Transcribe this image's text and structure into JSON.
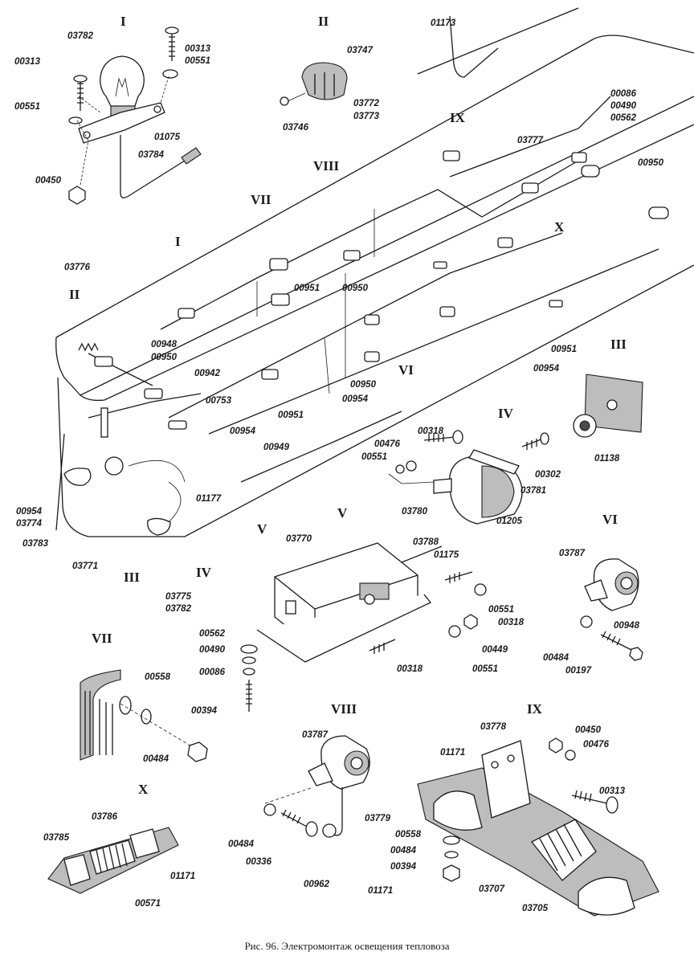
{
  "caption": "Рис. 96. Электромонтаж освещения тепловоза",
  "detail_titles": {
    "I": "I",
    "II": "II",
    "III": "III",
    "IV": "IV",
    "V": "V",
    "VI": "VI",
    "VII": "VII",
    "VIII": "VIII",
    "IX": "IX",
    "X": "X"
  },
  "main_markers": {
    "I": "I",
    "II": "II",
    "III": "III",
    "IV": "IV",
    "V": "V",
    "VI": "VI",
    "VII": "VII",
    "VIII": "VIII",
    "IX": "IX",
    "X": "X"
  },
  "labels": {
    "d1_03782": "03782",
    "d1_00313a": "00313",
    "d1_00313b": "00313",
    "d1_00551a": "00551",
    "d1_00551b": "00551",
    "d1_01075": "01075",
    "d1_03784": "03784",
    "d1_00450": "00450",
    "d2_03747": "03747",
    "d2_03746": "03746",
    "m_01173": "01173",
    "m_03772": "03772",
    "m_03773": "03773",
    "m_00086": "00086",
    "m_00490": "00490",
    "m_00562": "00562",
    "m_03777": "03777",
    "m_00950a": "00950",
    "m_03776": "03776",
    "m_00951a": "00951",
    "m_00950b": "00950",
    "m_00948": "00948",
    "m_00950c": "00950",
    "m_00942": "00942",
    "m_00951b": "00951",
    "m_00954a": "00954",
    "m_00950d": "00950",
    "m_00951c": "00951",
    "m_00954b": "00954",
    "m_00753": "00753",
    "m_00954c": "00954",
    "m_00954d": "00954",
    "m_00949": "00949",
    "m_01177": "01177",
    "m_03774": "03774",
    "m_03783": "03783",
    "m_03771": "03771",
    "m_03775": "03775",
    "m_03782": "03782",
    "d3_01138": "01138",
    "d4_00318": "00318",
    "d4_00476": "00476",
    "d4_00551": "00551",
    "d4_00302": "00302",
    "d4_03781": "03781",
    "d4_03780": "03780",
    "d4_01205": "01205",
    "d5_03770": "03770",
    "d5_03788": "03788",
    "d5_01175": "01175",
    "d5_00551a": "00551",
    "d5_00318a": "00318",
    "d5_00449": "00449",
    "d5_00551b": "00551",
    "d5_00318b": "00318",
    "d5_00562": "00562",
    "d5_00490": "00490",
    "d5_00086": "00086",
    "d5_00394": "00394",
    "d6_03787": "03787",
    "d6_00948": "00948",
    "d6_00484": "00484",
    "d6_00197": "00197",
    "d7_00558": "00558",
    "d7_00484": "00484",
    "d8_03787": "03787",
    "d8_03779": "03779",
    "d8_00484": "00484",
    "d8_00336": "00336",
    "d8_00962": "00962",
    "d8_01171": "01171",
    "d9_03778": "03778",
    "d9_01171": "01171",
    "d9_00450": "00450",
    "d9_00476": "00476",
    "d9_00313": "00313",
    "d9_00558": "00558",
    "d9_00484": "00484",
    "d9_00394": "00394",
    "d9_03707": "03707",
    "d9_03705": "03705",
    "d10_03786": "03786",
    "d10_03785": "03785",
    "d10_01171": "01171",
    "d10_00571": "00571"
  }
}
